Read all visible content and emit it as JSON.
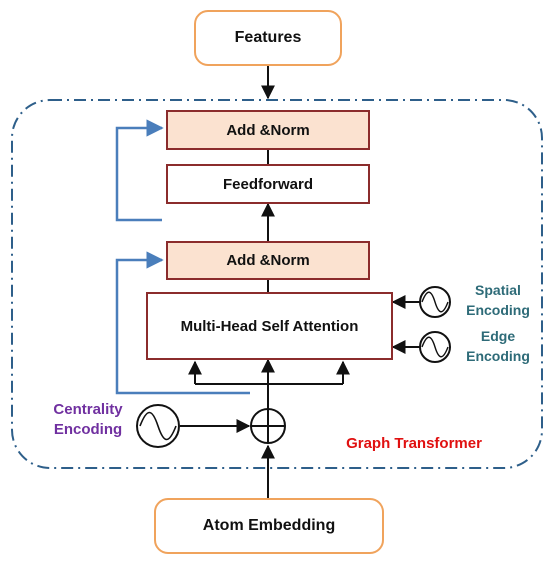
{
  "nodes": {
    "features": "Features",
    "add_norm_top": "Add &Norm",
    "feedforward": "Feedforward",
    "add_norm_bottom": "Add &Norm",
    "mhsa": "Multi-Head Self Attention",
    "atom_embedding": "Atom Embedding"
  },
  "labels": {
    "spatial_encoding": [
      "Spatial",
      "Encoding"
    ],
    "edge_encoding": [
      "Edge",
      "Encoding"
    ],
    "centrality_encoding": [
      "Centrality",
      "Encoding"
    ],
    "graph_transformer": "Graph Transformer"
  },
  "colors": {
    "container_dash": "#2e5f8a",
    "residual_arrow": "#4a7ebb",
    "io_border": "#f0a35c",
    "block_border": "#8b2c2c",
    "norm_fill": "#fbe2d0",
    "encoding_label": "#2e6b78",
    "centrality_label": "#7030a0",
    "title_label": "#e01010"
  },
  "icons": {
    "encoding": "sine-wave-circle-icon",
    "sum": "circle-plus-icon"
  }
}
